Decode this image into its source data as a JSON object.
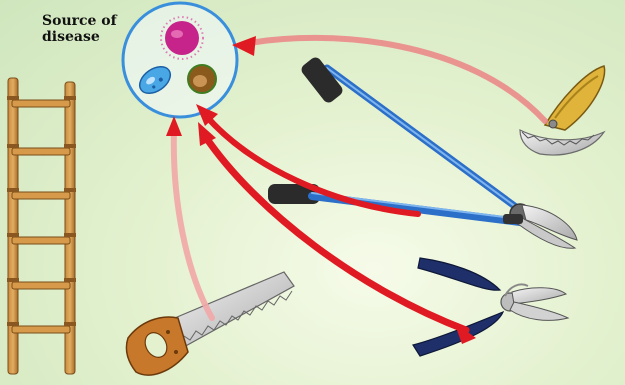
{
  "diagram": {
    "source_label": "Source of disease",
    "nodes": [
      {
        "id": "source",
        "label": "Source of disease",
        "icon": "microbe-cluster-icon"
      },
      {
        "id": "ladder",
        "icon": "ladder-icon"
      },
      {
        "id": "saw",
        "icon": "hand-saw-icon"
      },
      {
        "id": "loppers",
        "icon": "loppers-icon"
      },
      {
        "id": "pruning-saw",
        "icon": "folding-pruning-saw-icon"
      },
      {
        "id": "pruners",
        "icon": "hand-pruners-icon"
      }
    ],
    "edges": [
      {
        "from": "pruning-saw",
        "to": "source"
      },
      {
        "from": "loppers",
        "to": "source"
      },
      {
        "from": "saw",
        "to": "source"
      },
      {
        "from": "pruners",
        "to": "source"
      }
    ],
    "colors": {
      "arrow_strong": "#e01a22",
      "arrow_light": "#f2a7a7",
      "circle_stroke": "#3a8fdc",
      "tool_blue": "#2c6fc9",
      "handle_navy": "#1e2f6a"
    }
  }
}
